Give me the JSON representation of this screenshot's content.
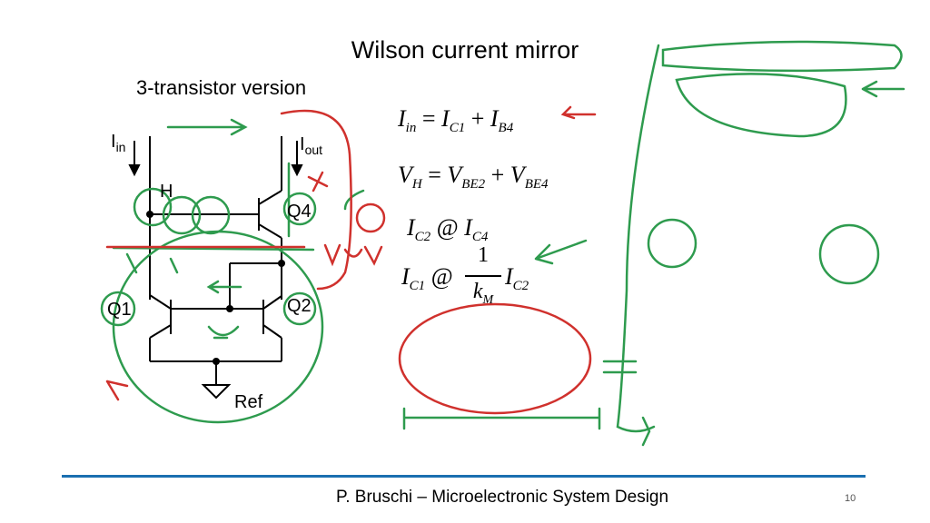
{
  "slide": {
    "title": "Wilson current mirror",
    "subtitle": "3-transistor version",
    "footer": "P. Bruschi – Microelectronic System Design",
    "page_number": "10"
  },
  "circuit": {
    "labels": {
      "iin": "I",
      "iin_sub": "in",
      "iout": "I",
      "iout_sub": "out",
      "node_h": "H",
      "q1": "Q1",
      "q2": "Q2",
      "q4": "Q4",
      "ref": "Ref"
    }
  },
  "equations": {
    "eq1": {
      "lhs": "I",
      "lhs_sub": "in",
      "op": "=",
      "t1": "I",
      "t1_sub": "C1",
      "plus": "+",
      "t2": "I",
      "t2_sub": "B4"
    },
    "eq2": {
      "lhs": "V",
      "lhs_sub": "H",
      "op": "=",
      "t1": "V",
      "t1_sub": "BE2",
      "plus": "+",
      "t2": "V",
      "t2_sub": "BE4"
    },
    "eq3": {
      "lhs": "I",
      "lhs_sub": "C2",
      "op": "@",
      "rhs": "I",
      "rhs_sub": "C4"
    },
    "eq4": {
      "lhs": "I",
      "lhs_sub": "C1",
      "op": "@",
      "num": "1",
      "den": "k",
      "den_sub": "M",
      "rhs": "I",
      "rhs_sub": "C2"
    }
  },
  "colors": {
    "ink_green": "#2e9b4e",
    "ink_red": "#d0312d",
    "footer_blue": "#1a6fb0",
    "circuit": "#000000"
  }
}
